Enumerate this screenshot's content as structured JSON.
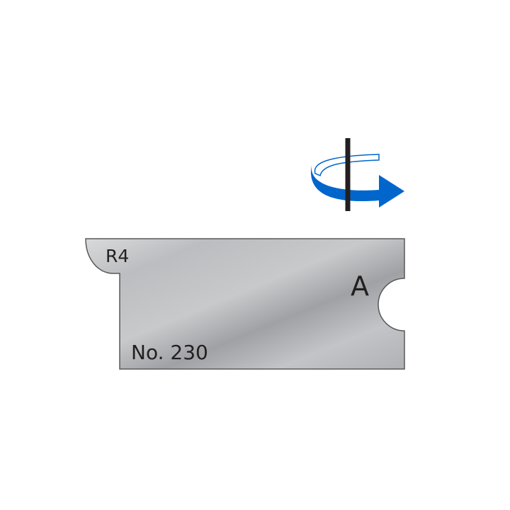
{
  "diagram": {
    "radius_label": "R4",
    "side_label": "A",
    "part_number": "No. 230",
    "rotation_icon": "clockwise-rotation-arrow-icon",
    "colors": {
      "arrow": "#0066cc",
      "axis": "#231f20",
      "blade_light": "#d9dadc",
      "blade_dark": "#9c9da1",
      "outline": "#58595b"
    }
  }
}
